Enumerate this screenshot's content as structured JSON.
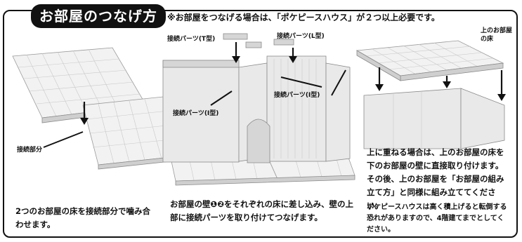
{
  "title": "お部屋のつなげ方",
  "notice": "※お部屋をつなげる場合は、「ポケピースハウス」が２つ以上必要です。",
  "labels": {
    "connection_part": "接続部分",
    "connector_t": "接続パーツ(T型)",
    "connector_l": "接続パーツ(L型)",
    "connector_i_left": "接続パーツ(I型)",
    "connector_i_right": "接続パーツ(I型)",
    "upper_floor": "上のお部屋\nの床"
  },
  "instructions": {
    "left": "2つのお部屋の床を接続部分で噛み合わせます。",
    "middle": "お部屋の壁❶❷をそれぞれの床に差し込み、壁の上部に接続パーツを取り付けてつなげます。",
    "right_main": "上に重ねる場合は、上のお部屋の床を下のお部屋の壁に直接取り付けます。その後、上のお部屋を「お部屋の組み立て方」と同様に組み立ててください。",
    "right_warning": "ポケピースハウスは高く積上げると転倒する恐れがありますので、4階建てまでとしてください。"
  },
  "colors": {
    "title_bg": "#111111",
    "title_fg": "#ffffff",
    "frame": "#111111"
  }
}
